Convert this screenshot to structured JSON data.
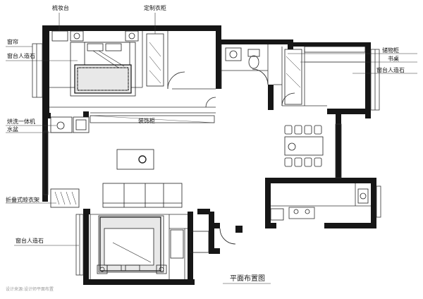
{
  "labels": {
    "vanity": "梳妆台",
    "custom_wardrobe": "定制衣柜",
    "curtain": "窗帘",
    "bay_window_stone_top": "窗台人造石",
    "storage_cabinet": "储物柜",
    "desk": "书桌",
    "bay_window_stone_right": "窗台人造石",
    "washer_dryer": "烘洗一体机",
    "sink_basin": "水盆",
    "decor_cabinet": "装饰柜",
    "folding_rack": "折叠式晾衣架",
    "bay_window_stone_bottom": "窗台人造石"
  },
  "title": "平面布置图",
  "watermark": "设计来源:设计师平面布置"
}
